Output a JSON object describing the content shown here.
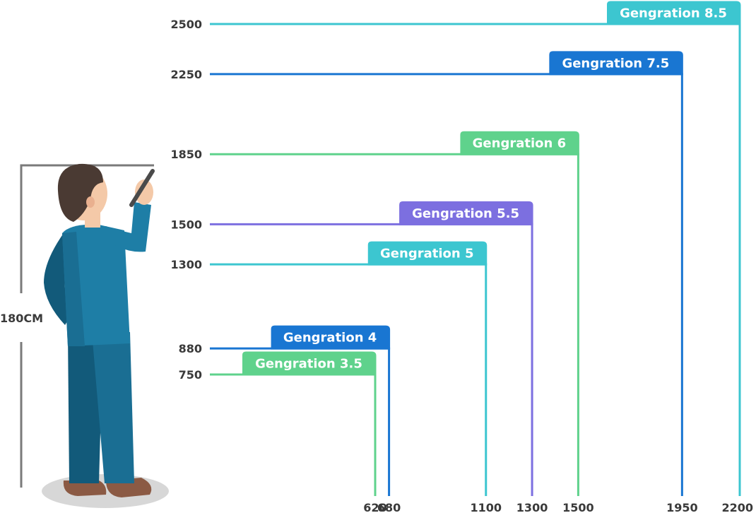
{
  "chart_data": {
    "type": "bar",
    "description_units": "frame sizes",
    "person_height_label": "180CM",
    "series": [
      {
        "name": "Gengration 3.5",
        "width": 620,
        "height": 750,
        "color": "#5fd28c"
      },
      {
        "name": "Gengration 4",
        "width": 680,
        "height": 880,
        "color": "#1976d2"
      },
      {
        "name": "Gengration 5",
        "width": 1100,
        "height": 1300,
        "color": "#3cc6d0"
      },
      {
        "name": "Gengration 5.5",
        "width": 1300,
        "height": 1500,
        "color": "#7c6fe0"
      },
      {
        "name": "Gengration 6",
        "width": 1500,
        "height": 1850,
        "color": "#5fd28c"
      },
      {
        "name": "Gengration 7.5",
        "width": 1950,
        "height": 2250,
        "color": "#1976d2"
      },
      {
        "name": "Gengration 8.5",
        "width": 2200,
        "height": 2500,
        "color": "#3cc6d0"
      }
    ],
    "y_ticks": [
      "750",
      "880",
      "1300",
      "1500",
      "1850",
      "2250",
      "2500"
    ],
    "x_ticks": [
      "620",
      "680",
      "1100",
      "1300",
      "1500",
      "1950",
      "2200"
    ]
  },
  "colors": {
    "axis_text": "#3a3a3a",
    "person_skin": "#f4c9a8",
    "person_hair": "#4a3a33",
    "person_suit": "#1e7ea6",
    "person_suit_dark": "#125a7a",
    "person_shoes": "#8b5a44",
    "shadow": "#d7d7d7",
    "marker": "#7a7a7a"
  }
}
